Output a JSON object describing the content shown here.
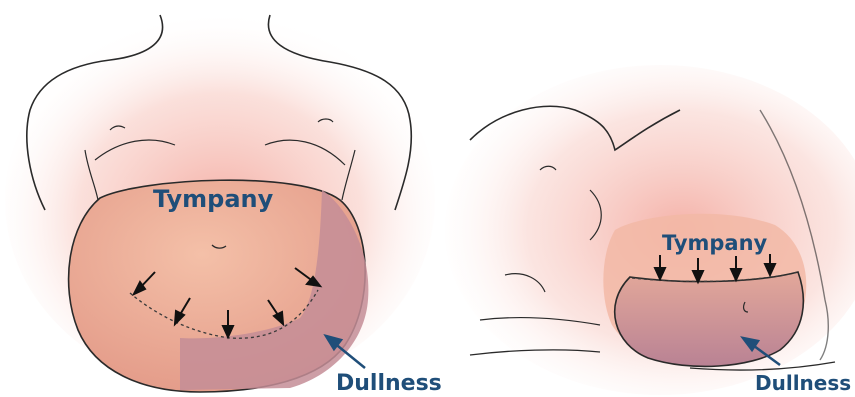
{
  "figures": [
    {
      "id": "supine",
      "tympany_label": "Tympany",
      "dullness_label": "Dullness"
    },
    {
      "id": "lateral",
      "tympany_label": "Tympany",
      "dullness_label": "Dullness"
    }
  ],
  "colors": {
    "label": "#1f4e79",
    "skin_glow": "#f6b7ad",
    "abdomen": "#e9a792",
    "dull_region": "#c48d97",
    "outline": "#2a2a2a"
  }
}
